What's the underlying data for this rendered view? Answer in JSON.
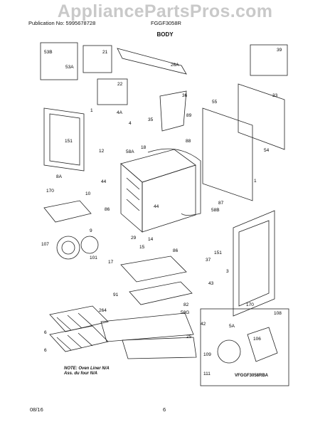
{
  "watermark": "AppliancePartsPros.com",
  "header": {
    "publication": "Publication No: 5995678728",
    "model": "FGGF3058R"
  },
  "section_title": "BODY",
  "note": {
    "line1": "NOTE: Oven Liner N/A",
    "line2": "Ass. du four N/A"
  },
  "diagram_code": "VFGGF3058RBA",
  "footer": {
    "date": "08/16",
    "page": "6"
  },
  "callouts": {
    "c53b": "53B",
    "c53a": "53A",
    "c21": "21",
    "c26a": "26A",
    "c39": "39",
    "c22": "22",
    "c36": "36",
    "c33": "33",
    "c1a": "1",
    "c4a": "4A",
    "c35": "35",
    "c89": "89",
    "c55": "55",
    "c151a": "151",
    "c4": "4",
    "c54": "54",
    "c12": "12",
    "c18": "18",
    "c58a": "58A",
    "c88": "88",
    "c8a": "8A",
    "c44": "44",
    "c1b": "1",
    "c170a": "170",
    "c10": "10",
    "c44b": "44",
    "c87": "87",
    "c86": "86",
    "c58b": "58B",
    "c107": "107",
    "c29": "29",
    "c14": "14",
    "c9": "9",
    "c151b": "151",
    "c15": "15",
    "c101": "101",
    "c17": "17",
    "c86b": "86",
    "c37": "37",
    "c3": "3",
    "c43": "43",
    "c91": "91",
    "c82": "82",
    "c170b": "170",
    "c264": "264",
    "c58g": "58G",
    "c108": "108",
    "c6a": "6",
    "c42": "42",
    "c5a": "5A",
    "c6b": "6",
    "c25": "25",
    "c106": "106",
    "c109": "109",
    "c111": "111"
  }
}
